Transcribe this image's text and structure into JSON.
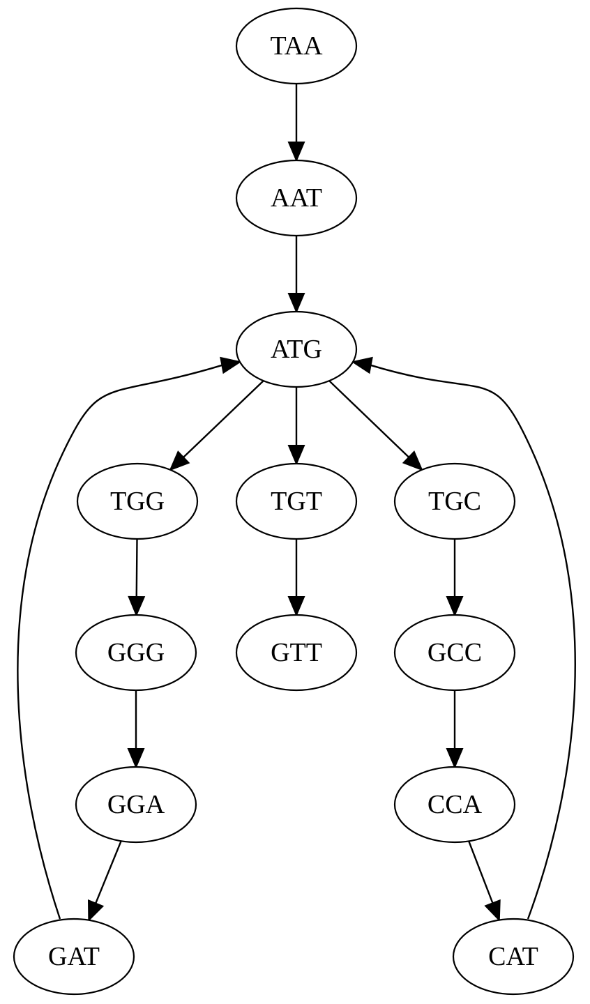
{
  "graph": {
    "directed": true,
    "nodes": [
      {
        "id": "TAA",
        "label": "TAA"
      },
      {
        "id": "AAT",
        "label": "AAT"
      },
      {
        "id": "ATG",
        "label": "ATG"
      },
      {
        "id": "TGG",
        "label": "TGG"
      },
      {
        "id": "TGT",
        "label": "TGT"
      },
      {
        "id": "TGC",
        "label": "TGC"
      },
      {
        "id": "GGG",
        "label": "GGG"
      },
      {
        "id": "GTT",
        "label": "GTT"
      },
      {
        "id": "GCC",
        "label": "GCC"
      },
      {
        "id": "GGA",
        "label": "GGA"
      },
      {
        "id": "CCA",
        "label": "CCA"
      },
      {
        "id": "GAT",
        "label": "GAT"
      },
      {
        "id": "CAT",
        "label": "CAT"
      }
    ],
    "edges": [
      {
        "from": "TAA",
        "to": "AAT"
      },
      {
        "from": "AAT",
        "to": "ATG"
      },
      {
        "from": "ATG",
        "to": "TGG"
      },
      {
        "from": "ATG",
        "to": "TGT"
      },
      {
        "from": "ATG",
        "to": "TGC"
      },
      {
        "from": "TGG",
        "to": "GGG"
      },
      {
        "from": "TGT",
        "to": "GTT"
      },
      {
        "from": "TGC",
        "to": "GCC"
      },
      {
        "from": "GGG",
        "to": "GGA"
      },
      {
        "from": "GCC",
        "to": "CCA"
      },
      {
        "from": "GGA",
        "to": "GAT"
      },
      {
        "from": "CCA",
        "to": "CAT"
      },
      {
        "from": "GAT",
        "to": "ATG"
      },
      {
        "from": "CAT",
        "to": "ATG"
      }
    ]
  }
}
